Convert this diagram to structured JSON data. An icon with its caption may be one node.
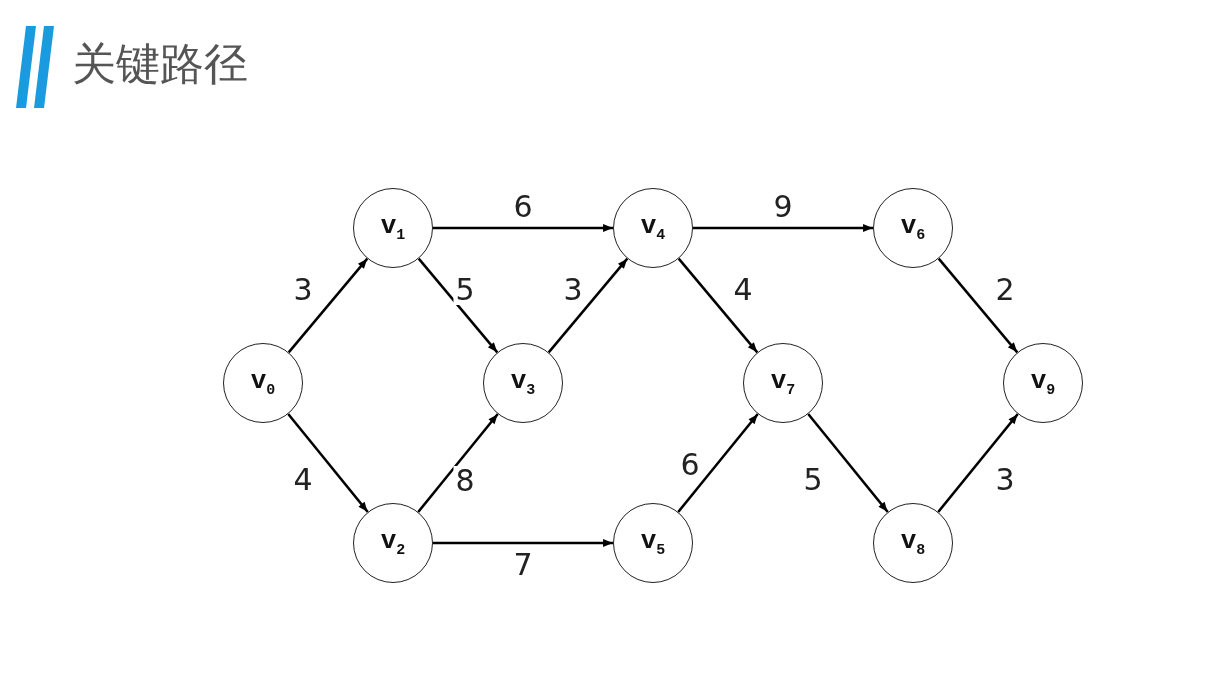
{
  "diagram": {
    "title": "关键路径",
    "nodes": [
      {
        "text": [
          "v$_{0}$"
        ]
      },
      {
        "text": [
          "v$_{1}$"
        ]
      },
      {
        "text": [
          "v$_{2}$"
        ]
      },
      {
        "text": [
          "v$_{3}$"
        ]
      },
      {
        "text": [
          "v$_{4}$"
        ]
      },
      {
        "text": [
          "v$_{5}$"
        ]
      },
      {
        "text": [
          "v$_{6}$"
        ]
      },
      {
        "text": [
          "v$_{7}$"
        ]
      },
      {
        "text": [
          "v$_{8}$"
        ]
      },
      {
        "text": [
          "v$_{9}$"
        ]
      }
    ],
    "edges": [
      {
        "from": 0,
        "to": 1,
        "arrow": "to",
        "label": "3"
      },
      {
        "from": 0,
        "to": 2,
        "arrow": "to",
        "label": "4"
      },
      {
        "from": 1,
        "to": 4,
        "arrow": "to",
        "label": "6"
      },
      {
        "from": 1,
        "to": 3,
        "arrow": "to",
        "label": "5"
      },
      {
        "from": 2,
        "to": 3,
        "arrow": "to",
        "label": "8"
      },
      {
        "from": 2,
        "to": 5,
        "arrow": "to",
        "label": "7"
      },
      {
        "from": 3,
        "to": 4,
        "arrow": "to",
        "label": "3"
      },
      {
        "from": 4,
        "to": 6,
        "arrow": "to",
        "label": "9"
      },
      {
        "from": 4,
        "to": 7,
        "arrow": "to",
        "label": "4"
      },
      {
        "from": 5,
        "to": 7,
        "arrow": "to",
        "label": "6"
      },
      {
        "from": 6,
        "to": 9,
        "arrow": "to",
        "label": "2"
      },
      {
        "from": 7,
        "to": 8,
        "arrow": "to",
        "label": "5"
      },
      {
        "from": 8,
        "to": 9,
        "arrow": "to",
        "label": "3"
      }
    ]
  }
}
